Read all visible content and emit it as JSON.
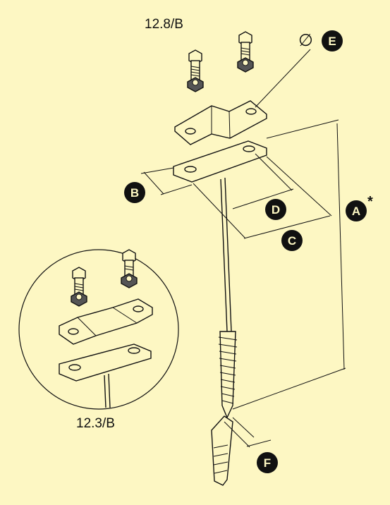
{
  "labels": {
    "top_code": "12.8/B",
    "inset_code": "12.3/B",
    "diameter_symbol": "∅"
  },
  "badges": {
    "a": "A",
    "a_note": "*",
    "b": "B",
    "c": "C",
    "d": "D",
    "e": "E",
    "f": "F"
  },
  "colors": {
    "background": "#fdf7c3",
    "ink": "#111111",
    "badge_fill": "#111111",
    "badge_text": "#fdf7c3"
  }
}
